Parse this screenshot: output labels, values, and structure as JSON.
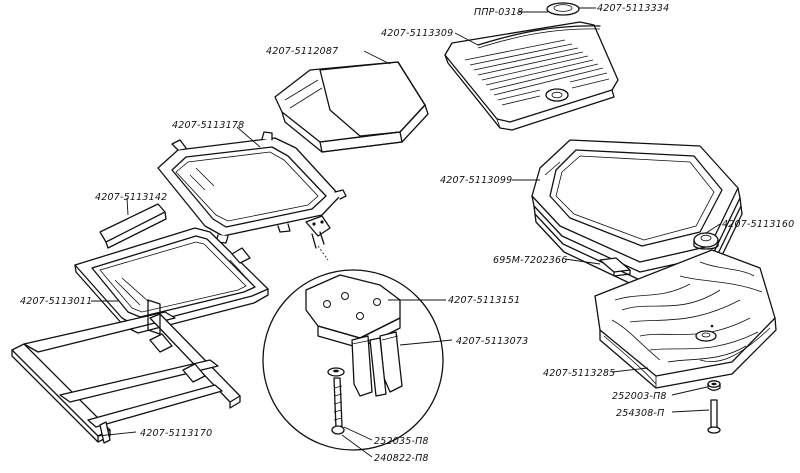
{
  "labels": {
    "gasket_cover": "ППР-0318",
    "part_5113334": "4207-5113334",
    "part_5113309": "4207-5113309",
    "part_5112087": "4207-5112087",
    "part_5113178": "4207-5113178",
    "part_5113142": "4207-5113142",
    "part_5113099": "4207-5113099",
    "part_5113160": "4207-5113160",
    "part_7202366": "695М-7202366",
    "part_5113011": "4207-5113011",
    "part_5113151": "4207-5113151",
    "part_5113073": "4207-5113073",
    "part_5113285": "4207-5113285",
    "part_252003": "252003-П8",
    "part_254308": "254308-П",
    "part_5113170": "4207-5113170",
    "part_252035": "252035-П8",
    "part_240822": "240822-П8"
  }
}
